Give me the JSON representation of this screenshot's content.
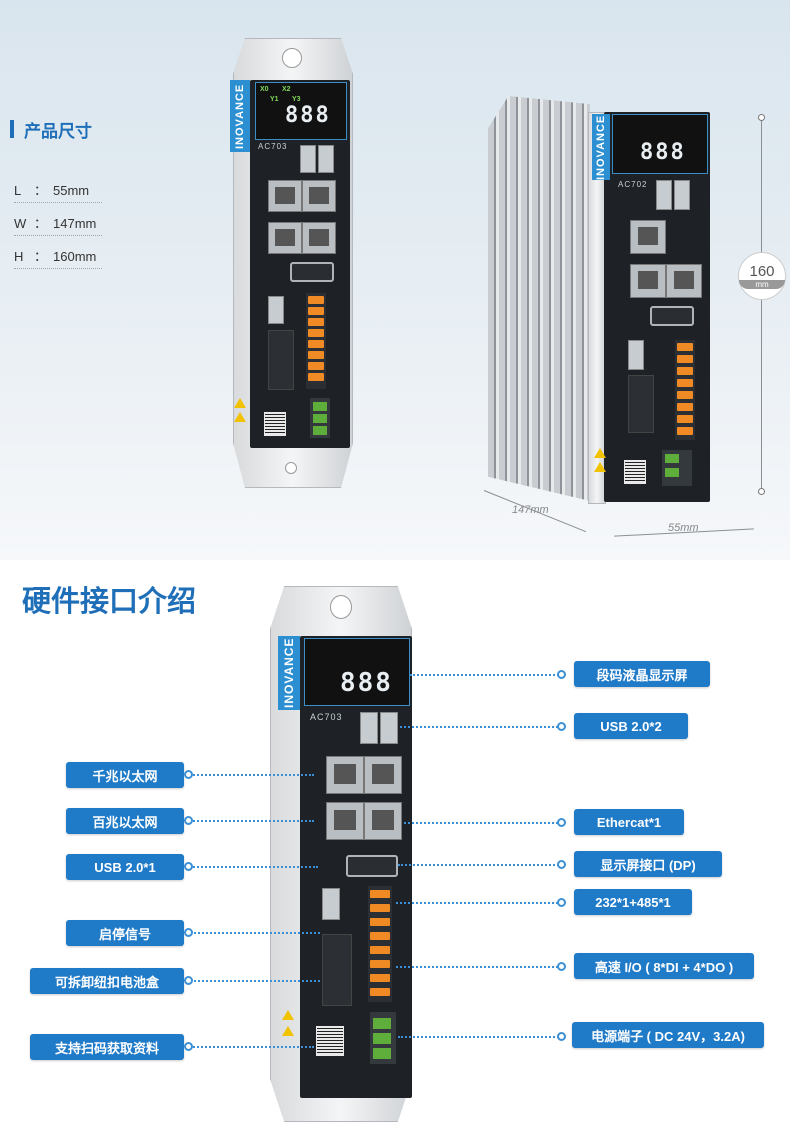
{
  "dimensions_section": {
    "title": "产品尺寸",
    "rows": [
      {
        "key": "L",
        "sep": "：",
        "value": "55mm"
      },
      {
        "key": "W",
        "sep": "：",
        "value": "147mm"
      },
      {
        "key": "H",
        "sep": "：",
        "value": "160mm"
      }
    ]
  },
  "front_device": {
    "brand": "INOVANCE",
    "model": "AC703",
    "display": "888",
    "leds": [
      "X0",
      "X2",
      "Y1",
      "Y3"
    ]
  },
  "side_device": {
    "brand": "INOVANCE",
    "model": "AC702",
    "display": "888"
  },
  "dimension_marks": {
    "height_value": "160",
    "height_unit": "mm",
    "depth": "147mm",
    "width": "55mm"
  },
  "hardware_section": {
    "title": "硬件接口介绍",
    "device_brand": "INOVANCE",
    "device_model": "AC703",
    "device_display": "888",
    "left_labels": [
      "千兆以太网",
      "百兆以太网",
      "USB 2.0*1",
      "启停信号",
      "可拆卸纽扣电池盒",
      "支持扫码获取资料"
    ],
    "right_labels": [
      "段码液晶显示屏",
      "USB 2.0*2",
      "Ethercat*1",
      "显示屏接口 (DP)",
      "232*1+485*1",
      "高速 I/O ( 8*DI + 4*DO )",
      "电源端子 ( DC 24V，3.2A)"
    ]
  },
  "colors": {
    "accent": "#1f6fb8",
    "label_bg": "#1f7ac8",
    "brand_blue": "#2b8fd1"
  }
}
